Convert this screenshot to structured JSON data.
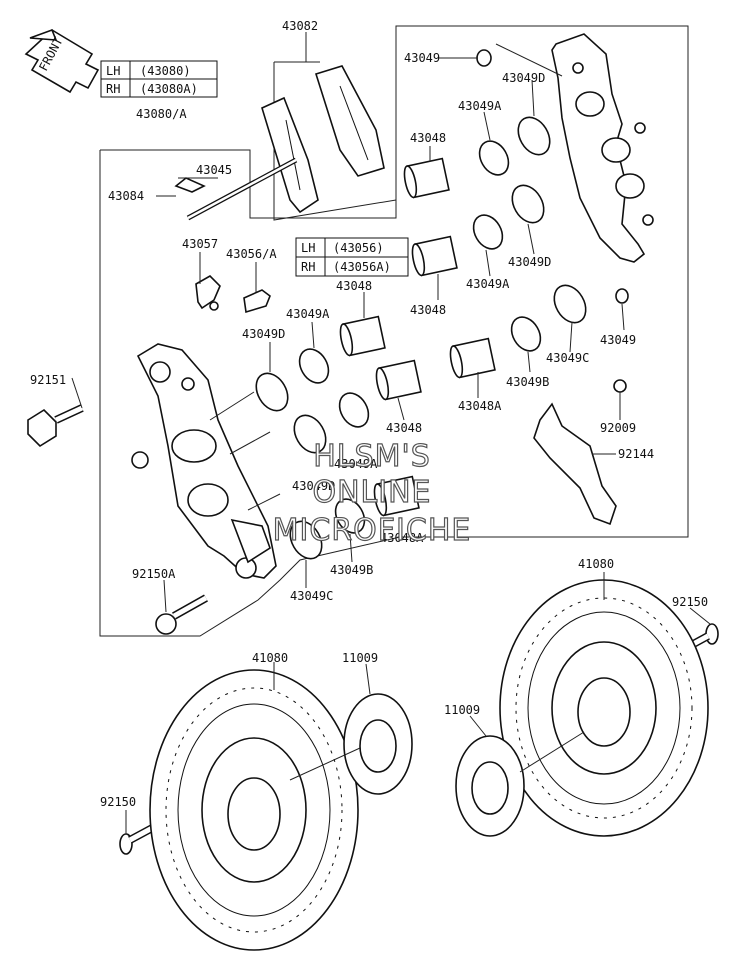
{
  "front_arrow": "FRONT",
  "tables": {
    "caliper": {
      "rows": [
        [
          "LH",
          "(43080)"
        ],
        [
          "RH",
          "(43080A)"
        ]
      ]
    },
    "piston_set": {
      "rows": [
        [
          "LH",
          "(43056)"
        ],
        [
          "RH",
          "(43056A)"
        ]
      ]
    }
  },
  "labels": {
    "p43082": "43082",
    "p43080A": "43080/A",
    "p43045": "43045",
    "p43084": "43084",
    "p43057": "43057",
    "p43056A": "43056/A",
    "p43048_top": "43048",
    "p43049A_mid": "43049A",
    "p43049D_left": "43049D",
    "p92151": "92151",
    "p43049_top": "43049",
    "p43049D_top": "43049D",
    "p43049A_top": "43049A",
    "p43048_r1": "43048",
    "p43049D_r": "43049D",
    "p43048_r2": "43048",
    "p43049A_r": "43049A",
    "p43049_r": "43049",
    "p43049C_r": "43049C",
    "p43049B_r": "43049B",
    "p43048A_r": "43048A",
    "p92009": "92009",
    "p92144": "92144",
    "p43048_c": "43048",
    "p43049A_c": "43049A",
    "p43049D_c": "43049D",
    "p43048A_c": "43048A",
    "p43049B_c": "43049B",
    "p43049C_c": "43049C",
    "p92150A": "92150A",
    "p41080_r": "41080",
    "p92150_r": "92150",
    "p41080_l": "41080",
    "p11009_l": "11009",
    "p11009_r": "11009",
    "p92150_l": "92150"
  },
  "watermark": [
    "HLSM'S",
    "ONLINE",
    "MICROFICHE"
  ]
}
